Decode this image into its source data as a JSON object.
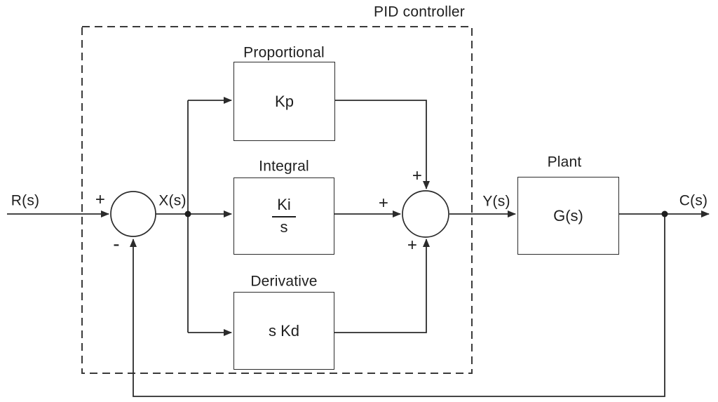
{
  "diagram": {
    "title": "PID controller",
    "signals": {
      "input": "R(s)",
      "error": "X(s)",
      "control": "Y(s)",
      "output": "C(s)"
    },
    "summing_junctions": {
      "error_junction": {
        "plus": "+",
        "minus": "-"
      },
      "output_junction": {
        "left_plus": "+",
        "top_plus": "+",
        "bottom_plus": "+"
      }
    },
    "blocks": {
      "proportional": {
        "title": "Proportional",
        "value": "Kp"
      },
      "integral": {
        "title": "Integral",
        "numerator": "Ki",
        "denominator": "s"
      },
      "derivative": {
        "title": "Derivative",
        "value": "s Kd"
      },
      "plant": {
        "title": "Plant",
        "value": "G(s)"
      }
    },
    "colors": {
      "line": "#2b2b2b",
      "text": "#1e1e1e",
      "background": "#ffffff"
    }
  }
}
